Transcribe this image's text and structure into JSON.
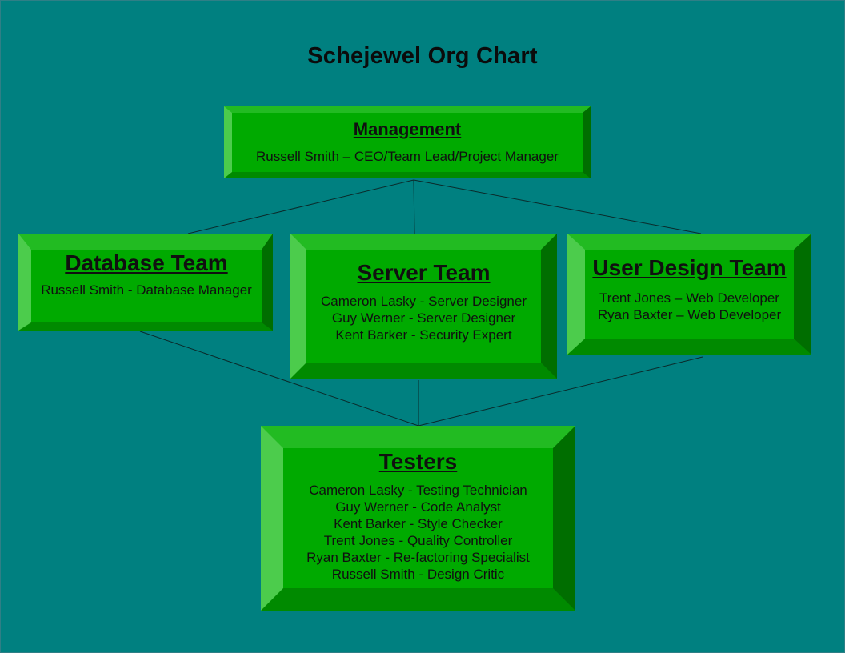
{
  "title": "Schejewel Org Chart",
  "colors": {
    "background": "#008080",
    "box_fill": "#00aa00",
    "connector": "#0a2a2a",
    "text": "#101010"
  },
  "nodes": {
    "management": {
      "heading": "Management",
      "members": [
        "Russell Smith – CEO/Team Lead/Project Manager"
      ]
    },
    "database": {
      "heading": "Database Team",
      "members": [
        "Russell Smith - Database Manager"
      ]
    },
    "server": {
      "heading": "Server Team",
      "members": [
        "Cameron Lasky - Server Designer",
        "Guy Werner - Server Designer",
        "Kent Barker - Security Expert"
      ]
    },
    "user_design": {
      "heading": "User Design Team",
      "members": [
        "Trent Jones – Web Developer",
        "Ryan Baxter – Web Developer"
      ]
    },
    "testers": {
      "heading": "Testers",
      "members": [
        "Cameron Lasky - Testing Technician",
        "Guy Werner - Code Analyst",
        "Kent Barker - Style Checker",
        "Trent Jones - Quality Controller",
        "Ryan Baxter - Re-factoring Specialist",
        "Russell Smith - Design Critic"
      ]
    }
  },
  "connections": [
    [
      "management",
      "database"
    ],
    [
      "management",
      "server"
    ],
    [
      "management",
      "user_design"
    ],
    [
      "database",
      "testers"
    ],
    [
      "server",
      "testers"
    ],
    [
      "user_design",
      "testers"
    ]
  ]
}
